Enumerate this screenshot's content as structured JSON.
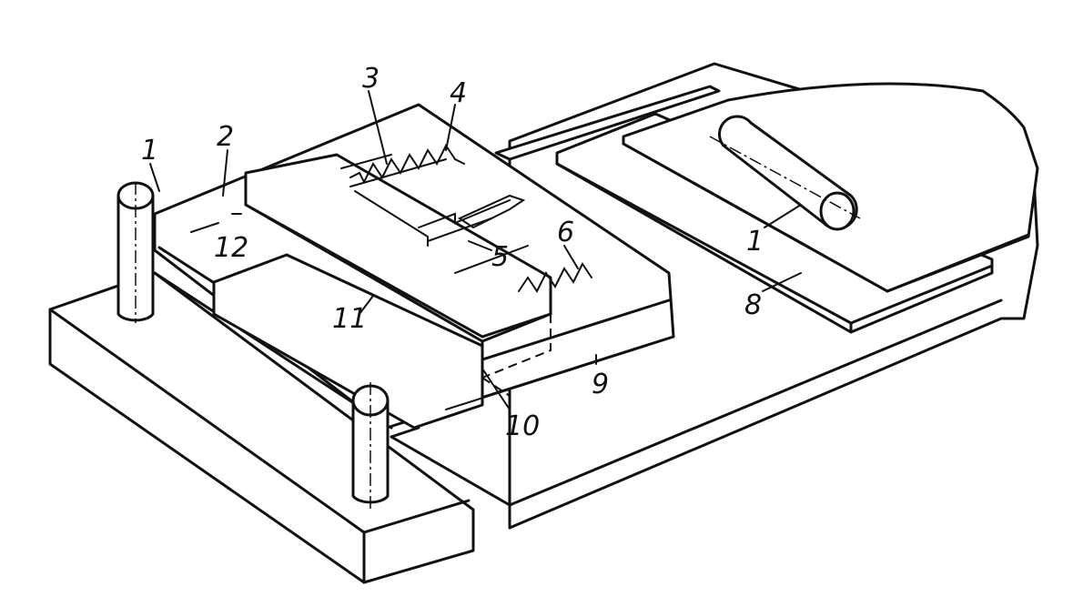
{
  "labels": {
    "l1a": "1",
    "l2": "2",
    "l3": "3",
    "l4": "4",
    "l5": "5",
    "l6": "6",
    "l1b": "1",
    "l8": "8",
    "l9": "9",
    "l10": "10",
    "l11": "11",
    "l12": "12"
  },
  "icons": [
    "guide-pillar-icon",
    "spring-icon",
    "pin-icon"
  ]
}
